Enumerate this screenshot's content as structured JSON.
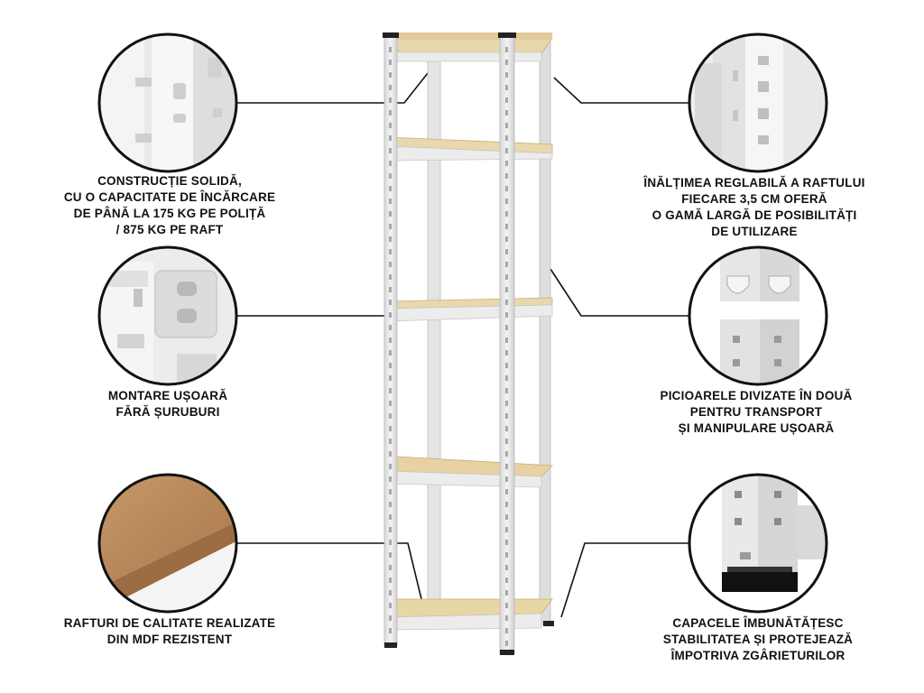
{
  "features": [
    {
      "id": "solid-construction",
      "lines": [
        "CONSTRUCȚIE SOLIDĂ,",
        "CU O CAPACITATE DE ÎNCĂRCARE",
        "DE PÂNĂ LA 175 KG PE POLIȚĂ",
        "/ 875 KG PE RAFT"
      ]
    },
    {
      "id": "adjustable-height",
      "lines": [
        "ÎNĂLȚIMEA REGLABILĂ A RAFTULUI",
        "FIECARE 3,5 CM OFERĂ",
        "O GAMĂ LARGĂ DE POSIBILITĂȚI",
        "DE UTILIZARE"
      ]
    },
    {
      "id": "easy-assembly",
      "lines": [
        "MONTARE UȘOARĂ",
        "FĂRĂ ȘURUBURI"
      ]
    },
    {
      "id": "split-legs",
      "lines": [
        "PICIOARELE DIVIZATE ÎN DOUĂ",
        "PENTRU TRANSPORT",
        "ȘI MANIPULARE UȘOARĂ"
      ]
    },
    {
      "id": "mdf-shelves",
      "lines": [
        "RAFTURI DE CALITATE REALIZATE",
        "DIN MDF REZISTENT"
      ]
    },
    {
      "id": "caps",
      "lines": [
        "CAPACELE ÎMBUNĂTĂȚESC",
        "STABILITATEA ȘI PROTEJEAZĂ",
        "ÎMPOTRIVA ZGÂRIETURILOR"
      ]
    }
  ],
  "colors": {
    "frame": "#e6e6e6",
    "frame_shadow": "#c9c9c9",
    "mdf": "#e7d3a6",
    "mdf_edge": "#d4b987",
    "line": "#111111"
  }
}
